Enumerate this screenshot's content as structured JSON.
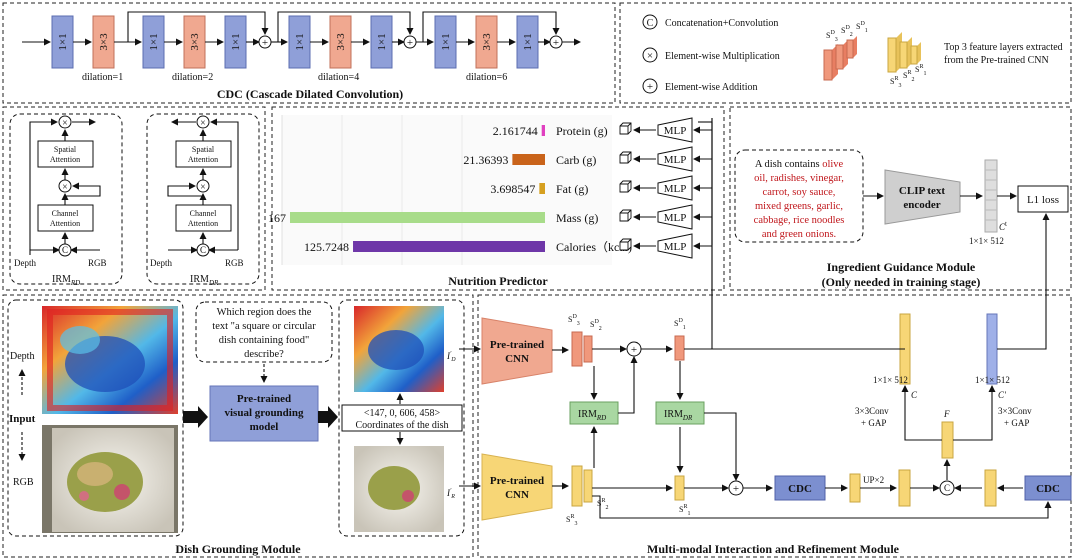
{
  "top_cdc": {
    "title": "CDC (Cascade Dilated Convolution)",
    "conv_1x1": "1×1",
    "conv_3x3": "3×3",
    "dilations": [
      "dilation=1",
      "dilation=2",
      "dilation=4",
      "dilation=6"
    ]
  },
  "legend": {
    "items": [
      {
        "symbol": "C",
        "label": "Concatenation+Convolution"
      },
      {
        "symbol": "×",
        "label": "Element-wise Multiplication"
      },
      {
        "symbol": "+",
        "label": "Element-wise Addition"
      }
    ],
    "feature_desc_1": "Top 3 feature layers extracted",
    "feature_desc_2": "from the Pre-trained CNN",
    "sd_labels": [
      "S",
      "S",
      "S"
    ],
    "colors": {
      "depth": "#f0987c",
      "rgb": "#f7d676",
      "conv1x1": "#8f9fd8",
      "conv3x3": "#f0a890",
      "module": "#a9d7a2",
      "cdc": "#7c8fd0"
    }
  },
  "irm": {
    "x_symbol": "×",
    "c_symbol": "C",
    "spatial_1": "Spatial",
    "spatial_2": "Attention",
    "channel_1": "Channel",
    "channel_2": "Attention",
    "depth": "Depth",
    "rgb": "RGB",
    "name_rd": "IRM",
    "sub_rd": "RD",
    "name_dr": "IRM",
    "sub_dr": "DR"
  },
  "nutrition": {
    "title": "Nutrition Predictor",
    "mlp": "MLP",
    "rows": [
      {
        "value": "2.161744",
        "label": "Protein (g)",
        "color": "#e040c0",
        "amount": 2.161744
      },
      {
        "value": "21.36393",
        "label": "Carb (g)",
        "color": "#c9631a",
        "amount": 21.36393
      },
      {
        "value": "3.698547",
        "label": "Fat (g)",
        "color": "#d6a020",
        "amount": 3.698547
      },
      {
        "value": "167",
        "label": "Mass (g)",
        "color": "#a8dc8a",
        "amount": 167
      },
      {
        "value": "125.7248",
        "label": "Calories（kcal)",
        "color": "#6e36a8",
        "amount": 125.7248
      }
    ]
  },
  "ingredient": {
    "text_prefix": "A dish contains",
    "text_lines": [
      "olive",
      "oil, radishes, vinegar,",
      "carrot, soy sauce,",
      "mixed greens, garlic,",
      "cabbage, rice noodles",
      "and green onions."
    ],
    "clip_1": "CLIP text",
    "clip_2": "encoder",
    "ct": "C",
    "ct_sup": "t",
    "dim": "1×1× 512",
    "l1": "L1 loss",
    "title_1": "Ingredient Guidance Module",
    "title_2": "(Only needed in training stage)"
  },
  "grounding": {
    "depth": "Depth",
    "input": "Input",
    "rgb": "RGB",
    "question_1": "Which region does the",
    "question_2": "text \"a square or circular",
    "question_3": "dish containing food\"",
    "question_4": "describe?",
    "model_1": "Pre-trained",
    "model_2": "visual grounding",
    "model_3": "model",
    "coords": "<147, 0, 606, 458>",
    "coords_label": "Coordinates of the dish",
    "id_label": "I",
    "id_sup": "'",
    "id_sub": "D",
    "ir_sub": "R",
    "title": "Dish Grounding Module"
  },
  "mirm": {
    "cnn_1": "Pre-trained",
    "cnn_2": "CNN",
    "irm": "IRM",
    "rd": "RD",
    "dr": "DR",
    "cdc": "CDC",
    "up": "UP×2",
    "dim1": "1×1× 512",
    "dim2": "1×1× 512",
    "c_label": "C",
    "cp_label": "C'",
    "f_label": "F",
    "conv_gap_1": "3×3Conv",
    "conv_gap_2": "+ GAP",
    "s": "S",
    "title": "Multi-modal Interaction and Refinement Module"
  }
}
